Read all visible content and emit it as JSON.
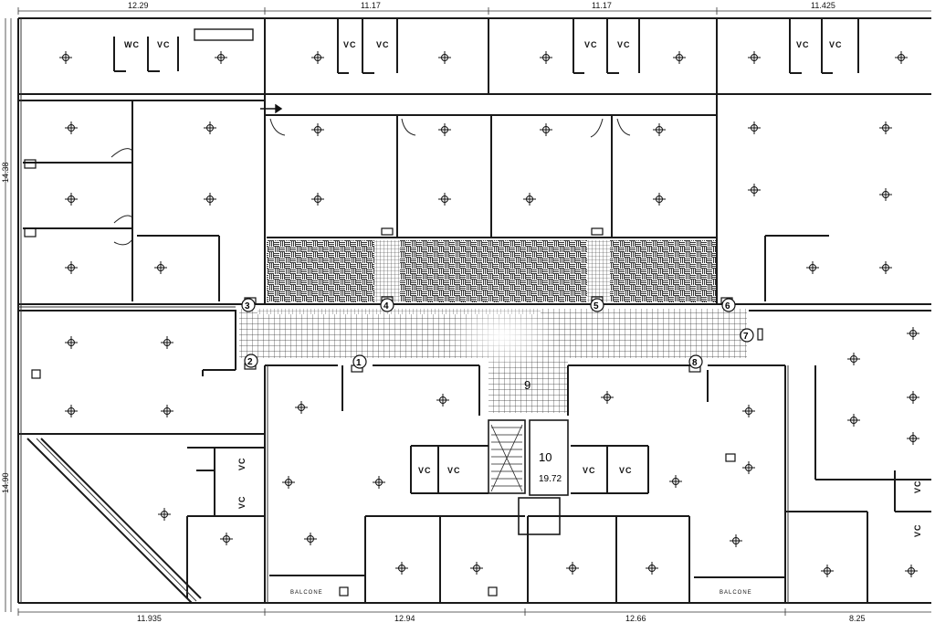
{
  "top_dimensions": [
    "12.29",
    "11.17",
    "11.17",
    "11.425"
  ],
  "bottom_dimensions": [
    "11.935",
    "12.94",
    "12.66",
    "8.25"
  ],
  "left_dimensions": [
    "14.38",
    "14.90"
  ],
  "wc_label": "WC",
  "vc_label": "VC",
  "balcony_label": "BALCONE",
  "stair_labels": [
    "9",
    "10"
  ],
  "area_label": "19.72",
  "markers": [
    "1",
    "2",
    "3",
    "4",
    "5",
    "6",
    "7",
    "8"
  ],
  "colors": {
    "line": "#1a1a1a",
    "background": "#ffffff",
    "tile": "#222222"
  }
}
